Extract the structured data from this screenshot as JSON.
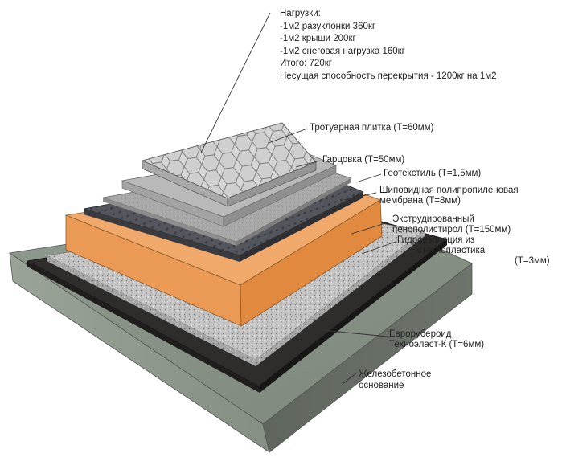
{
  "loads": {
    "title": "Нагрузки:",
    "lines": [
      "-1м2 разуклонки 360кг",
      "-1м2 крыши 200кг",
      "-1м2 снеговая нагрузка 160кг",
      "Итого: 720кг",
      "Несущая способность перекрытия - 1200кг на 1м2"
    ]
  },
  "layers": {
    "paving": "Тротуарная плитка (Т=60мм)",
    "sand_cement": "Гарцовка (Т=50мм)",
    "geotextile": "Геотекстиль (Т=1,5мм)",
    "membrane_1": "Шиповидная полипропиленовая",
    "membrane_2": "мембрана (Т=8мм)",
    "xps_1": "Экструдированный",
    "xps_2": "пенополистирол (Т=150мм)",
    "fiberglass_1": "Гидроизоляция из",
    "fiberglass_2": "стеклопластика",
    "fiberglass_3": "(Т=3мм)",
    "euro_1": "Еврорубероид",
    "euro_2": "Техноэласт-К (Т=6мм)",
    "concrete_1": "Железобетонное",
    "concrete_2": "основание"
  },
  "colors": {
    "concrete": "#8e978d",
    "bitumen": "#2b2a28",
    "gravel": "#bcbcbc",
    "xps": "#eda366",
    "membrane": "#4f5158",
    "geotextile": "#a9a9a9",
    "sand": "#b5b5b5",
    "tile": "#cfcfcf"
  }
}
